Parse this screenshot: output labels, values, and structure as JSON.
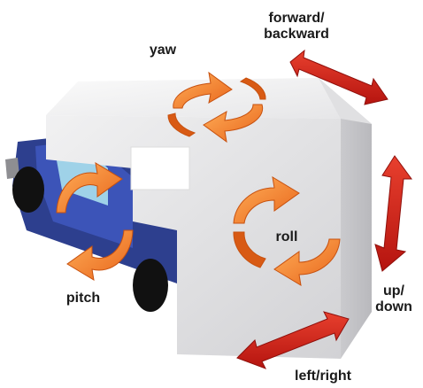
{
  "labels": {
    "forward_backward_line1": "forward/",
    "forward_backward_line2": "backward",
    "yaw": "yaw",
    "pitch": "pitch",
    "roll": "roll",
    "up_down_line1": "up/",
    "up_down_line2": "down",
    "left_right": "left/right"
  },
  "colors": {
    "rotation_arrow": "#f07a20",
    "translation_arrow": "#d51f1f",
    "box_front": "#e4e4e6",
    "box_top": "#f2f2f3",
    "box_side": "#c9c9cc",
    "vehicle_body": "#2d3f8e"
  }
}
